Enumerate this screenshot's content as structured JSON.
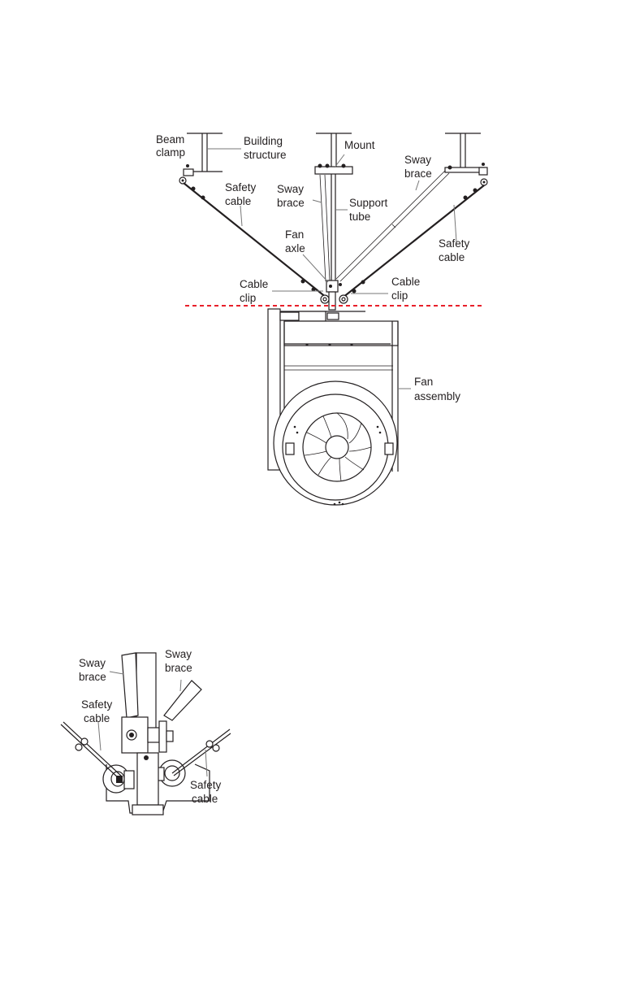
{
  "main_diagram": {
    "labels": {
      "beam_clamp": [
        "Beam",
        "clamp"
      ],
      "building_structure": [
        "Building",
        "structure"
      ],
      "mount": "Mount",
      "sway_brace_left": [
        "Sway",
        "brace"
      ],
      "support_tube": [
        "Support",
        "tube"
      ],
      "sway_brace_right": [
        "Sway",
        "brace"
      ],
      "safety_cable_left": [
        "Safety",
        "cable"
      ],
      "safety_cable_right": [
        "Safety",
        "cable"
      ],
      "fan_axle": [
        "Fan",
        "axle"
      ],
      "cable_clip_left": [
        "Cable",
        "clip"
      ],
      "cable_clip_right": [
        "Cable",
        "clip"
      ],
      "fan_assembly": [
        "Fan",
        "assembly"
      ]
    },
    "cut_line_color": "#e8202a"
  },
  "detail_diagram": {
    "labels": {
      "sway_brace_left": [
        "Sway",
        "brace"
      ],
      "sway_brace_right": [
        "Sway",
        "brace"
      ],
      "safety_cable_left": [
        "Safety",
        "cable"
      ],
      "safety_cable_right": [
        "Safety",
        "cable"
      ]
    }
  }
}
